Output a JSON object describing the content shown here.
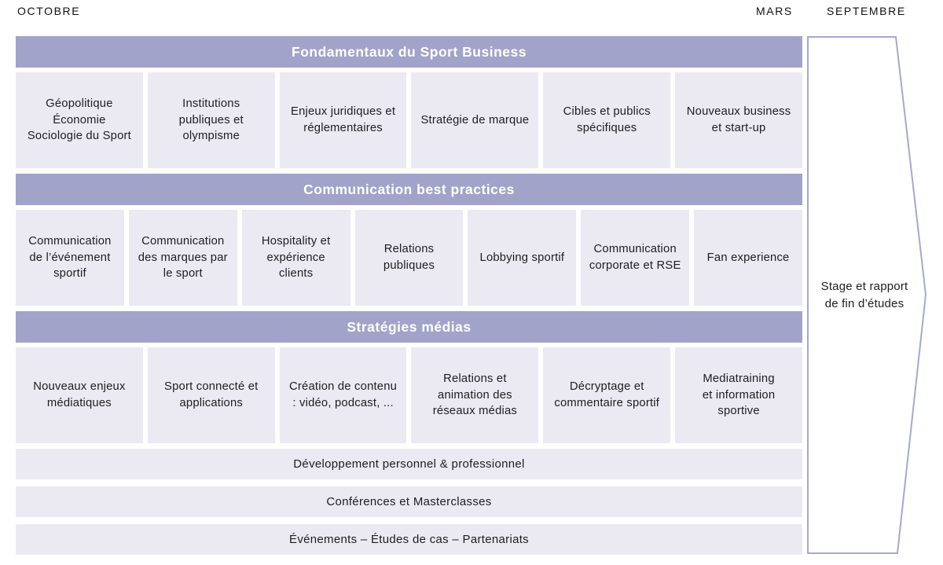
{
  "timeline": {
    "octobre": "OCTOBRE",
    "mars": "MARS",
    "septembre": "SEPTEMBRE"
  },
  "sections": [
    {
      "header": "Fondamentaux du Sport Business",
      "courses": [
        "Géopolitique\nÉconomie\nSociologie du Sport",
        "Institutions\npubliques et\nolympisme",
        "Enjeux juridiques et\nréglementaires",
        "Stratégie de marque",
        "Cibles et publics\nspécifiques",
        "Nouveaux business\net start-up"
      ]
    },
    {
      "header": "Communication best practices",
      "courses": [
        "Communication\nde l’événement\nsportif",
        "Communication\ndes marques par\nle sport",
        "Hospitality et\nexpérience\nclients",
        "Relations\npubliques",
        "Lobbying sportif",
        "Communication\ncorporate et RSE",
        "Fan experience"
      ]
    },
    {
      "header": "Stratégies médias",
      "courses": [
        "Nouveaux enjeux\nmédiatiques",
        "Sport connecté et\napplications",
        "Création de contenu\n: vidéo, podcast, ...",
        "Relations et\nanimation des\nréseaux médias",
        "Décryptage et\ncommentaire sportif",
        "Mediatraining\net information\nsportive"
      ]
    }
  ],
  "bottom_bars": [
    "Développement personnel & professionnel",
    "Conférences et Masterclasses",
    "Événements – Études de cas – Partenariats"
  ],
  "stage": {
    "label": "Stage et rapport\nde fin d’études"
  },
  "colors": {
    "header_bg": "#a1a3c9",
    "box_bg": "#ebeaf3",
    "arrow_border": "#a6a7d3"
  }
}
